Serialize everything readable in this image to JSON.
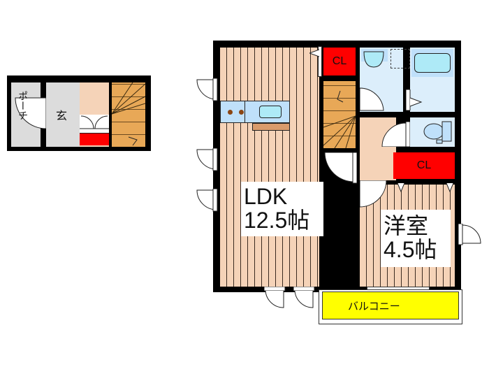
{
  "floor_plan": {
    "ground_floor": {
      "porch_label": "ポーチ",
      "entrance_label": "玄"
    },
    "upper_floor": {
      "ldk": {
        "name": "LDK",
        "size": "12.5帖"
      },
      "western_room": {
        "name": "洋室",
        "size": "4.5帖"
      },
      "closet_top_label": "CL",
      "closet_right_label": "CL",
      "balcony_label": "バルコニー"
    },
    "colors": {
      "closet": "#ff0000",
      "balcony": "#ffff00",
      "stairs": "#e8a857",
      "wood_floor": "#f5d3b8",
      "wet_area": "#dceefb",
      "fixture": "#aeeaf7",
      "entrance_floor": "#dcdcdc"
    }
  }
}
